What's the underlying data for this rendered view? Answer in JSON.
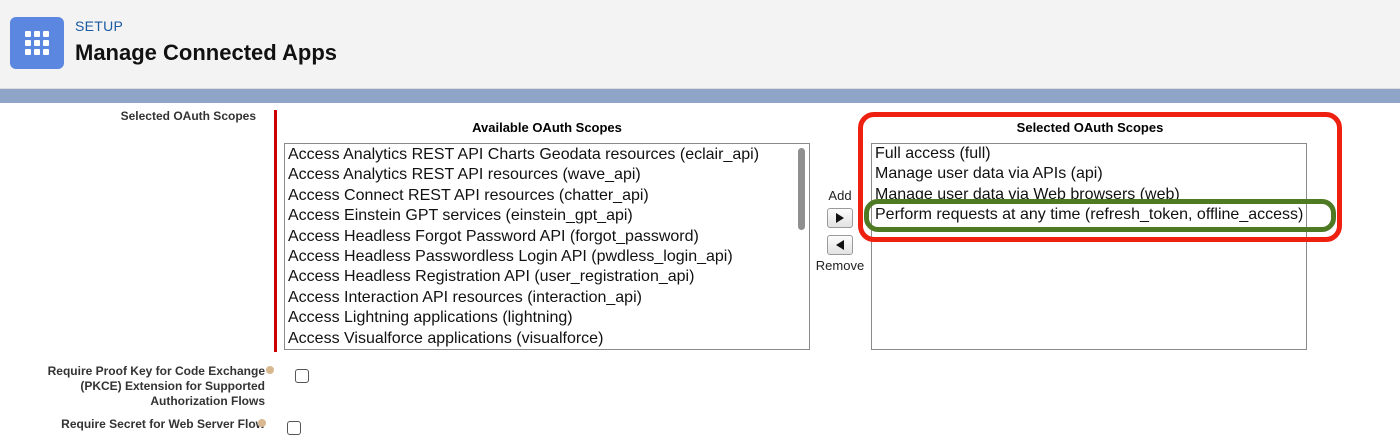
{
  "header": {
    "section": "SETUP",
    "title": "Manage Connected Apps",
    "icon": "app-launcher-grid-icon"
  },
  "oauth": {
    "label": "Selected OAuth Scopes",
    "available_heading": "Available OAuth Scopes",
    "selected_heading": "Selected OAuth Scopes",
    "available": [
      "Access Analytics REST API Charts Geodata resources (eclair_api)",
      "Access Analytics REST API resources (wave_api)",
      "Access Connect REST API resources (chatter_api)",
      "Access Einstein GPT services (einstein_gpt_api)",
      "Access Headless Forgot Password API (forgot_password)",
      "Access Headless Passwordless Login API (pwdless_login_api)",
      "Access Headless Registration API (user_registration_api)",
      "Access Interaction API resources (interaction_api)",
      "Access Lightning applications (lightning)",
      "Access Visualforce applications (visualforce)"
    ],
    "selected": [
      "Full access (full)",
      "Manage user data via APIs (api)",
      "Manage user data via Web browsers (web)",
      "Perform requests at any time (refresh_token, offline_access)"
    ],
    "add_label": "Add",
    "remove_label": "Remove"
  },
  "fields": {
    "pkce_label": "Require Proof Key for Code Exchange (PKCE) Extension for Supported Authorization Flows",
    "secret_label": "Require Secret for Web Server Flow"
  },
  "colors": {
    "highlight_outer": "#ee2010",
    "highlight_inner": "#4f7a24",
    "accent": "#5b87e0"
  }
}
